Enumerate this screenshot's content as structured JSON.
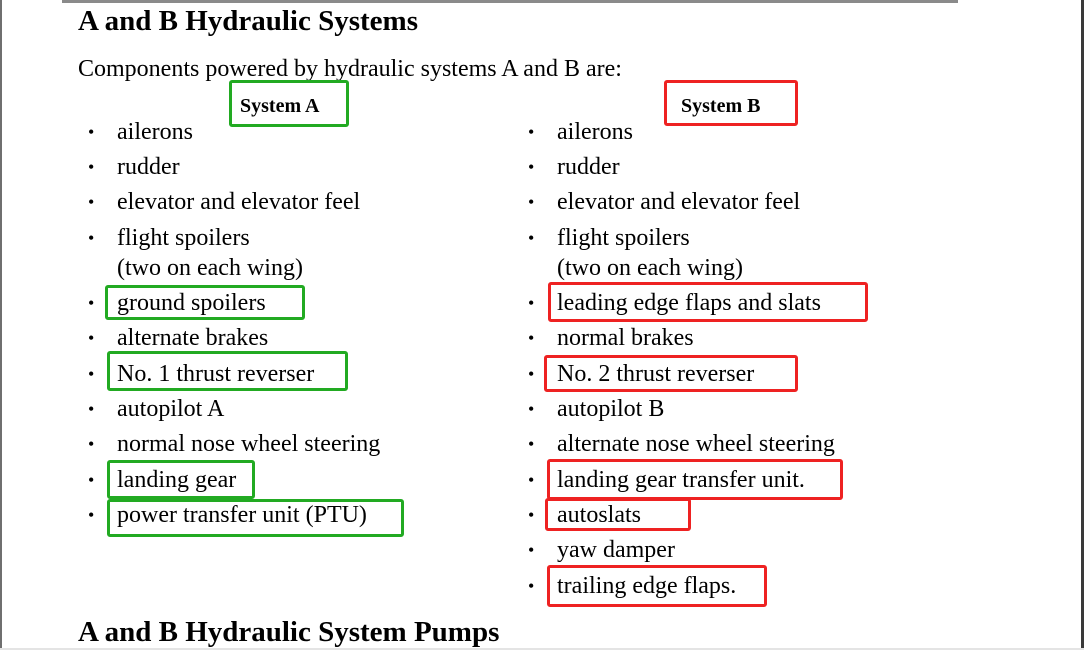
{
  "document": {
    "title": "A and B Hydraulic Systems",
    "intro": "Components powered by hydraulic systems A and B are:",
    "next_heading": "A and B Hydraulic System Pumps"
  },
  "colors": {
    "system_a_highlight": "#22aa22",
    "system_b_highlight": "#ee2222"
  },
  "bullet": "•",
  "system_a": {
    "label": "System A",
    "items": [
      {
        "text": "ailerons",
        "highlight": false
      },
      {
        "text": "rudder",
        "highlight": false
      },
      {
        "text": "elevator and elevator feel",
        "highlight": false
      },
      {
        "text": "flight spoilers",
        "sub": "(two on each wing)",
        "highlight": false
      },
      {
        "text": "ground spoilers",
        "highlight": true
      },
      {
        "text": "alternate brakes",
        "highlight": false
      },
      {
        "text": "No. 1 thrust reverser",
        "highlight": true
      },
      {
        "text": "autopilot A",
        "highlight": false
      },
      {
        "text": "normal nose wheel steering",
        "highlight": false
      },
      {
        "text": "landing gear",
        "highlight": true
      },
      {
        "text": "power transfer unit (PTU)",
        "highlight": true
      }
    ]
  },
  "system_b": {
    "label": "System B",
    "items": [
      {
        "text": "ailerons",
        "highlight": false
      },
      {
        "text": "rudder",
        "highlight": false
      },
      {
        "text": "elevator and elevator feel",
        "highlight": false
      },
      {
        "text": "flight spoilers",
        "sub": "(two on each wing)",
        "highlight": false
      },
      {
        "text": "leading edge flaps and slats",
        "highlight": true
      },
      {
        "text": "normal brakes",
        "highlight": false
      },
      {
        "text": "No. 2 thrust reverser",
        "highlight": true
      },
      {
        "text": "autopilot B",
        "highlight": false
      },
      {
        "text": "alternate nose wheel steering",
        "highlight": false
      },
      {
        "text": "landing gear transfer unit.",
        "highlight": true
      },
      {
        "text": "autoslats",
        "highlight": true
      },
      {
        "text": "yaw damper",
        "highlight": false
      },
      {
        "text": "trailing edge flaps.",
        "highlight": true
      }
    ]
  }
}
